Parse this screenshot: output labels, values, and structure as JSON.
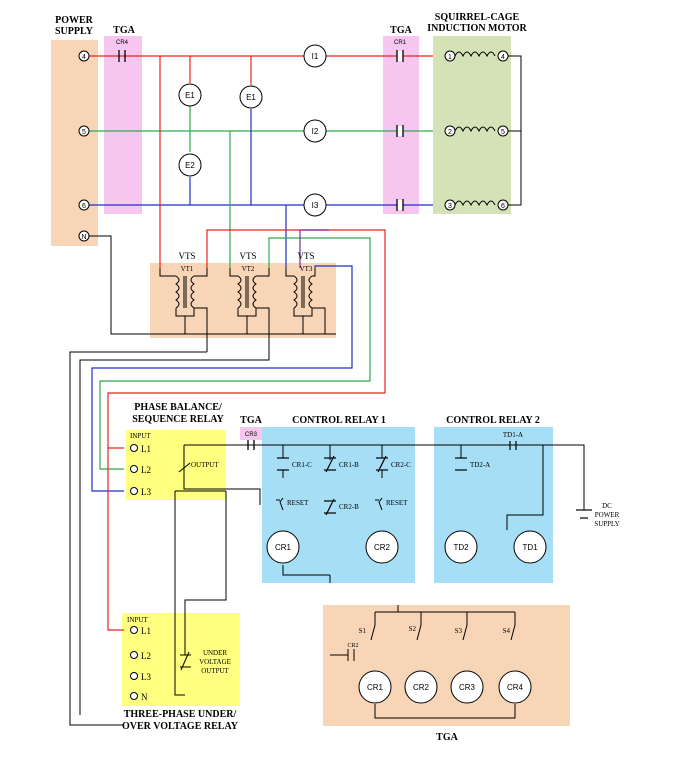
{
  "titles": {
    "power_supply_1": "POWER",
    "power_supply_2": "SUPPLY",
    "tga_left": "TGA",
    "tga_right": "TGA",
    "motor_1": "SQUIRREL-CAGE",
    "motor_2": "INDUCTION MOTOR",
    "phase_relay_1": "PHASE BALANCE/",
    "phase_relay_2": "SEQUENCE RELAY",
    "tga_cr3": "TGA",
    "control_relay_1": "CONTROL RELAY 1",
    "control_relay_2": "CONTROL RELAY 2",
    "voltage_relay_1": "THREE-PHASE UNDER/",
    "voltage_relay_2": "OVER VOLTAGE RELAY",
    "tga_bottom": "TGA",
    "dc_supply_1": "DC",
    "dc_supply_2": "POWER",
    "dc_supply_3": "SUPPLY"
  },
  "terminals": {
    "supply": [
      "4",
      "5",
      "6",
      "N"
    ],
    "motor_left": [
      "1",
      "2",
      "3"
    ],
    "motor_right": [
      "4",
      "5",
      "6"
    ]
  },
  "contacts": {
    "cr4": "CR4",
    "cr1_top": "CR1",
    "cr3": "CR3",
    "cr1_c": "CR1-C",
    "cr1_b": "CR1-B",
    "cr2_c": "CR2-C",
    "cr2_b": "CR2-B",
    "td1_a": "TD1-A",
    "td2_a": "TD2-A",
    "reset_1": "RESET",
    "reset_2": "RESET",
    "cr2_bottom": "CR2"
  },
  "meters": {
    "i1": "I1",
    "i2": "I2",
    "i3": "I3",
    "e1_a": "E1",
    "e1_b": "E1",
    "e2": "E2"
  },
  "vts": {
    "label_1": "VTS",
    "label_2": "VTS",
    "label_3": "VTS",
    "vt1": "VT1",
    "vt2": "VT2",
    "vt3": "VT3"
  },
  "phase_relay": {
    "input": "INPUT",
    "l1": "L1",
    "l2": "L2",
    "l3": "L3",
    "output": "OUTPUT"
  },
  "voltage_relay": {
    "input": "INPUT",
    "l1": "L1",
    "l2": "L2",
    "l3": "L3",
    "n": "N",
    "output_1": "UNDER",
    "output_2": "VOLTAGE",
    "output_3": "OUTPUT"
  },
  "coils": {
    "cr1": "CR1",
    "cr2": "CR2",
    "td2": "TD2",
    "td1": "TD1"
  },
  "switches": {
    "s1": "S1",
    "s2": "S2",
    "s3": "S3",
    "s4": "S4",
    "coils": [
      "CR1",
      "CR2",
      "CR3",
      "CR4"
    ]
  },
  "colors": {
    "line_red": "#e8241f",
    "line_green": "#2faa4a",
    "line_blue": "#1f2fc8",
    "line_purple": "#7a2aa5",
    "wire_black": "#000000",
    "supply_box": "#f8d5b6",
    "tga_box": "#f6c6f0",
    "motor_box": "#d4e3b7",
    "vts_box": "#f8d5b6",
    "relay_box": "#ffff80",
    "control_box": "#a6def5",
    "tga_bottom_box": "#f8d5b6"
  }
}
